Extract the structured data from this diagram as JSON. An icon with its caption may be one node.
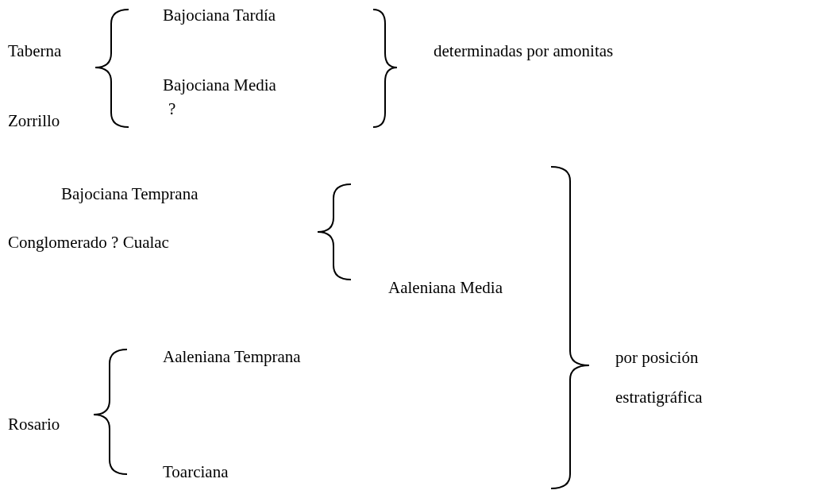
{
  "diagram": {
    "labels": [
      "Taberna",
      "Bajociana Tardía",
      "determinadas por amonitas",
      "Bajociana Media",
      "Zorrillo",
      "?",
      "Bajociana Temprana",
      "Conglomerado ? Cualac",
      "Aaleniana Media",
      "por posición",
      "Aaleniana Temprana",
      "estratigráfica",
      "Rosario",
      "Toarciana"
    ]
  }
}
